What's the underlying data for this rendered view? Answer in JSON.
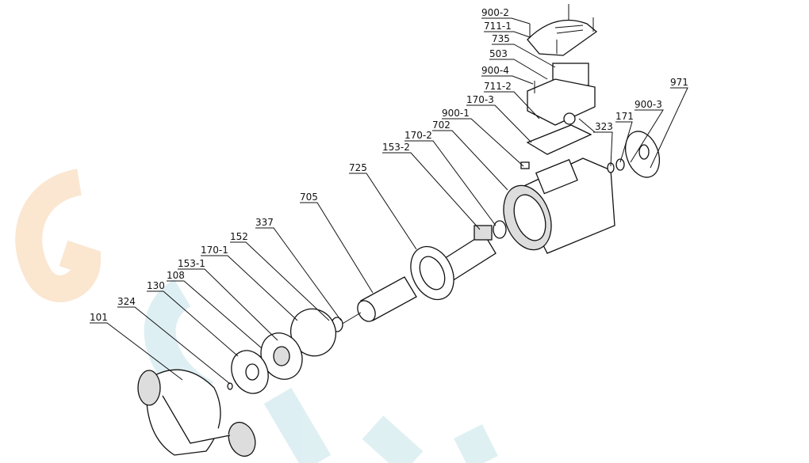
{
  "diagram": {
    "type": "exploded-view parts diagram",
    "watermark_text": "GRANFO",
    "colors": {
      "line": "#111111",
      "watermark_orange": "#fbe4cc",
      "watermark_blue": "#dbeef2"
    },
    "labels": {
      "l900_2": "900-2",
      "l711_1": "711-1",
      "l735": "735",
      "l503": "503",
      "l900_4": "900-4",
      "l711_2": "711-2",
      "l170_3": "170-3",
      "l900_1": "900-1",
      "l702": "702",
      "l170_2": "170-2",
      "l153_2": "153-2",
      "l725": "725",
      "l705": "705",
      "l337": "337",
      "l152": "152",
      "l170_1": "170-1",
      "l153_1": "153-1",
      "l108": "108",
      "l130": "130",
      "l324": "324",
      "l101": "101",
      "l323": "323",
      "l171": "171",
      "l900_3": "900-3",
      "l971": "971"
    }
  }
}
